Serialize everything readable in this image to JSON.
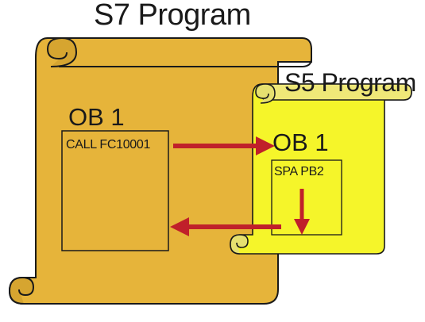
{
  "s7_program": {
    "title": "S7 Program",
    "block_label": "OB 1",
    "instruction": "CALL FC10001",
    "scroll_color": "#E6B43A"
  },
  "s5_program": {
    "title": "S5 Program",
    "block_label": "OB 1",
    "instruction": "SPA PB2",
    "scroll_color": "#F5F52A"
  },
  "arrow_color": "#C0202A"
}
